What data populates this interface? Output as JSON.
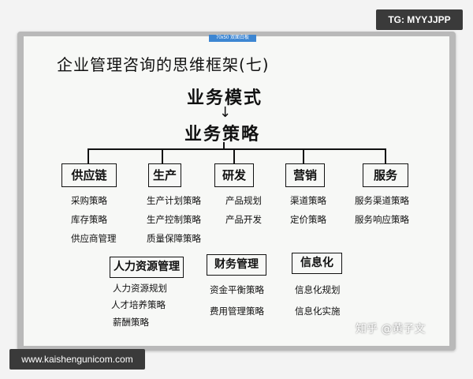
{
  "overlay": {
    "tg_badge": "TG: MYYJJPP",
    "website": "www.kaishengunicom.com",
    "watermark": "知乎 @黄子文",
    "board_sticker": "70x50 双面白板"
  },
  "board": {
    "title": "企业管理咨询的思维框架(七)",
    "level1": "业务模式",
    "arrow": "↓",
    "level2": "业务策略",
    "row1": [
      {
        "label": "供应链",
        "items": [
          "采购策略",
          "库存策略",
          "供应商管理"
        ]
      },
      {
        "label": "生产",
        "items": [
          "生产计划策略",
          "生产控制策略",
          "质量保障策略"
        ]
      },
      {
        "label": "研发",
        "items": [
          "产品规划",
          "产品开发"
        ]
      },
      {
        "label": "营销",
        "items": [
          "渠道策略",
          "定价策略"
        ]
      },
      {
        "label": "服务",
        "items": [
          "服务渠道策略",
          "服务响应策略"
        ]
      }
    ],
    "row2": [
      {
        "label": "人力资源管理",
        "items": [
          "人力资源规划",
          "人才培养策略",
          "薪酬策略"
        ]
      },
      {
        "label": "财务管理",
        "items": [
          "资金平衡策略",
          "费用管理策略"
        ]
      },
      {
        "label": "信息化",
        "items": [
          "信息化规划",
          "信息化实施"
        ]
      }
    ]
  }
}
